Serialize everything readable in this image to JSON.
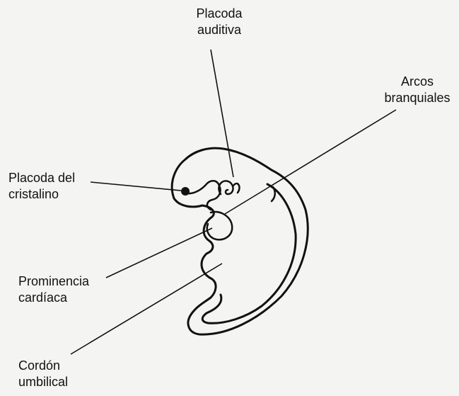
{
  "labels": {
    "placoda_auditiva": [
      "Placoda",
      "auditiva"
    ],
    "arcos_branquiales": [
      "Arcos",
      "branquiales"
    ],
    "placoda_cristalino": [
      "Placoda del",
      "cristalino"
    ],
    "prominencia_cardiaca": [
      "Prominencia",
      "cardíaca"
    ],
    "cordon_umbilical": [
      "Cordón",
      "umbilical"
    ]
  },
  "colors": {
    "ink": "#111111",
    "paper": "#f4f4f2"
  }
}
